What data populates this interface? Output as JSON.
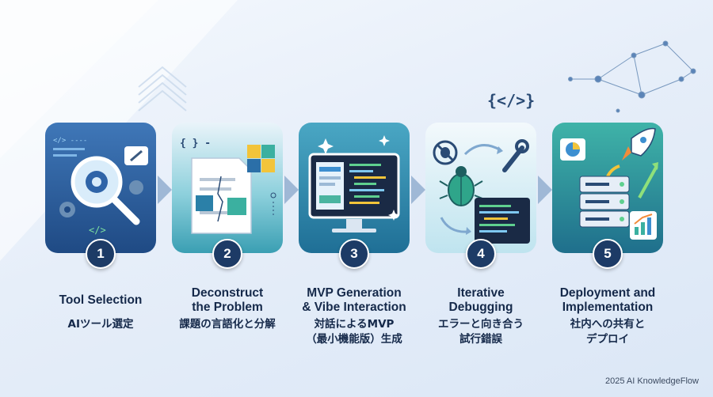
{
  "steps": [
    {
      "number": "1",
      "title_en": "Tool Selection",
      "title_ja": "AIツール選定",
      "icon": "magnifier-gear-icon",
      "icon_text": "</>"
    },
    {
      "number": "2",
      "title_en": "Deconstruct\nthe Problem",
      "title_ja": "課題の言語化と分解",
      "icon": "puzzle-document-icon",
      "icon_text": "{ }"
    },
    {
      "number": "3",
      "title_en": "MVP Generation\n& Vibe Interaction",
      "title_ja": "対話によるMVP\n（最小機能版）生成",
      "icon": "monitor-code-icon",
      "icon_text": ""
    },
    {
      "number": "4",
      "title_en": "Iterative\nDebugging",
      "title_ja": "エラーと向き合う\n試行錯誤",
      "icon": "bug-wrench-icon",
      "icon_text": ""
    },
    {
      "number": "5",
      "title_en": "Deployment and\nImplementation",
      "title_ja": "社内への共有と\nデプロイ",
      "icon": "rocket-server-icon",
      "icon_text": ""
    }
  ],
  "decor": {
    "code_tag": "{</>}"
  },
  "footer": {
    "credit": "2025 AI KnowledgeFlow"
  },
  "colors": {
    "badge": "#1d3b66",
    "text": "#15294a",
    "card1": "#2e5f9e",
    "card2": "#3c9ab0",
    "card3": "#2f8fa8",
    "card4": "#d8eef5",
    "card5": "#2a8c8a"
  }
}
